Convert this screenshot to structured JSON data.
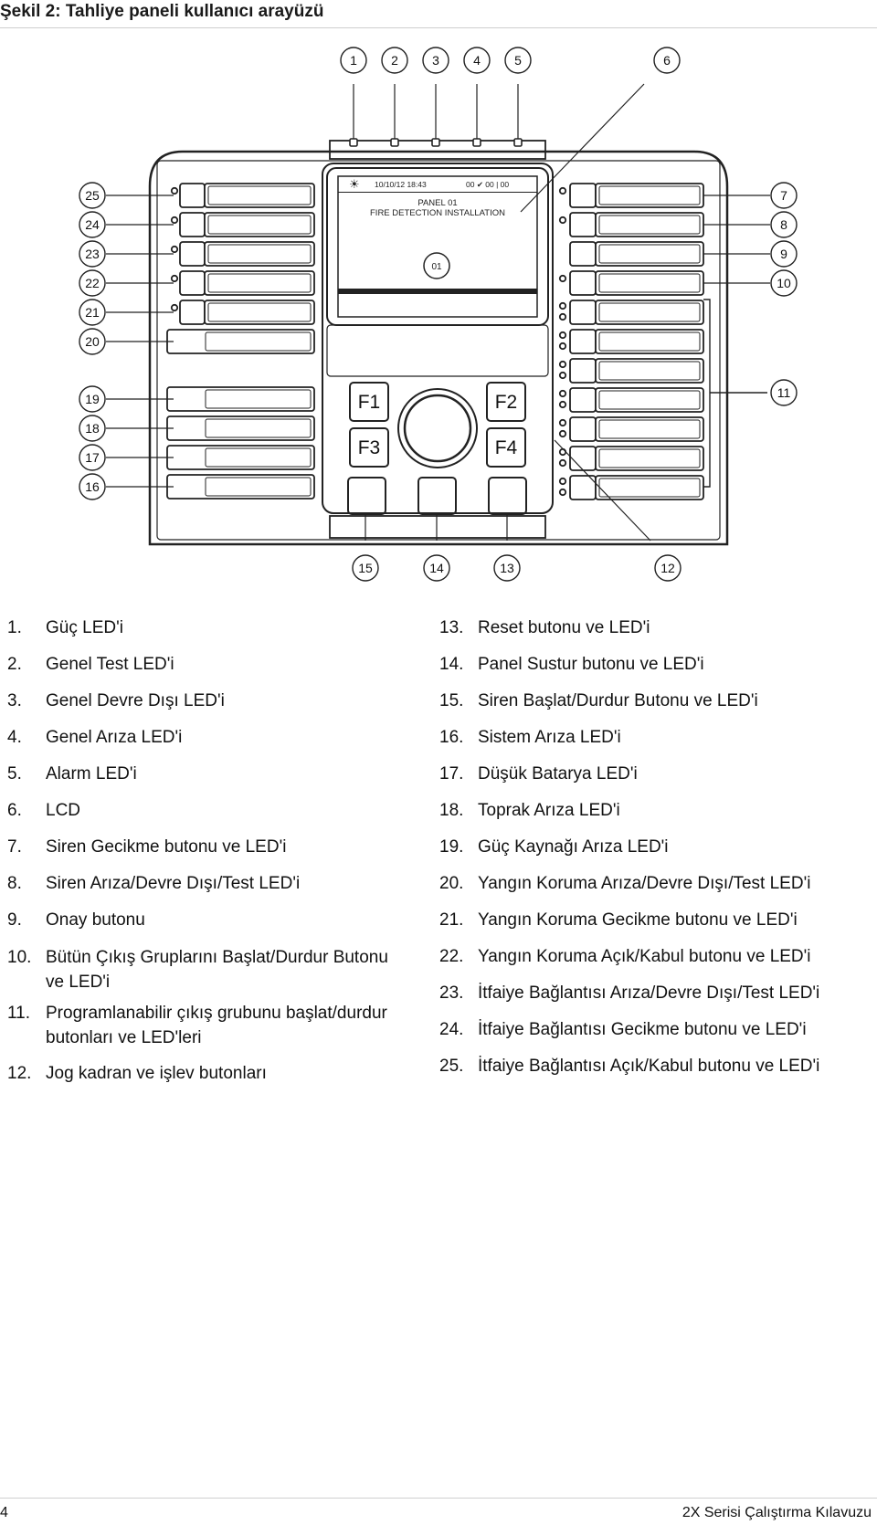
{
  "header": {
    "title": "Şekil 2: Tahliye paneli kullanıcı arayüzü"
  },
  "panel": {
    "lcd_datetime": "10/10/12  18:43",
    "lcd_counts": "00 ✔ 00 | 00",
    "lcd_line1": "PANEL 01",
    "lcd_line2": "FIRE DETECTION INSTALLATION",
    "lcd_zone": "01",
    "f1": "F1",
    "f2": "F2",
    "f3": "F3",
    "f4": "F4",
    "callouts": [
      "1",
      "2",
      "3",
      "4",
      "5",
      "6",
      "7",
      "8",
      "9",
      "10",
      "11",
      "12",
      "13",
      "14",
      "15",
      "16",
      "17",
      "18",
      "19",
      "20",
      "21",
      "22",
      "23",
      "24",
      "25"
    ]
  },
  "legend_left": [
    {
      "num": "1.",
      "text": "Güç LED'i"
    },
    {
      "num": "2.",
      "text": "Genel Test LED'i"
    },
    {
      "num": "3.",
      "text": "Genel Devre Dışı LED'i"
    },
    {
      "num": "4.",
      "text": "Genel Arıza LED'i"
    },
    {
      "num": "5.",
      "text": "Alarm LED'i"
    },
    {
      "num": "6.",
      "text": "LCD"
    },
    {
      "num": "7.",
      "text": "Siren Gecikme butonu ve LED'i"
    },
    {
      "num": "8.",
      "text": "Siren Arıza/Devre Dışı/Test LED'i"
    },
    {
      "num": "9.",
      "text": "Onay butonu"
    },
    {
      "num": "10.",
      "text": "Bütün Çıkış Gruplarını Başlat/Durdur Butonu ve LED'i"
    },
    {
      "num": "11.",
      "text": "Programlanabilir çıkış grubunu başlat/durdur butonları ve LED'leri"
    },
    {
      "num": "12.",
      "text": "Jog kadran ve işlev butonları"
    }
  ],
  "legend_right": [
    {
      "num": "13.",
      "text": "Reset butonu ve LED'i"
    },
    {
      "num": "14.",
      "text": "Panel Sustur butonu ve LED'i"
    },
    {
      "num": "15.",
      "text": "Siren Başlat/Durdur Butonu ve LED'i"
    },
    {
      "num": "16.",
      "text": "Sistem Arıza LED'i"
    },
    {
      "num": "17.",
      "text": "Düşük Batarya LED'i"
    },
    {
      "num": "18.",
      "text": "Toprak Arıza LED'i"
    },
    {
      "num": "19.",
      "text": "Güç Kaynağı Arıza LED'i"
    },
    {
      "num": "20.",
      "text": "Yangın Koruma Arıza/Devre Dışı/Test LED'i"
    },
    {
      "num": "21.",
      "text": "Yangın Koruma Gecikme butonu ve LED'i"
    },
    {
      "num": "22.",
      "text": "Yangın Koruma Açık/Kabul butonu ve LED'i"
    },
    {
      "num": "23.",
      "text": "İtfaiye Bağlantısı Arıza/Devre Dışı/Test LED'i"
    },
    {
      "num": "24.",
      "text": "İtfaiye Bağlantısı Gecikme butonu ve LED'i"
    },
    {
      "num": "25.",
      "text": "İtfaiye Bağlantısı Açık/Kabul butonu ve LED'i"
    }
  ],
  "footer": {
    "page": "4",
    "doc_title": "2X Serisi Çalıştırma Kılavuzu"
  }
}
